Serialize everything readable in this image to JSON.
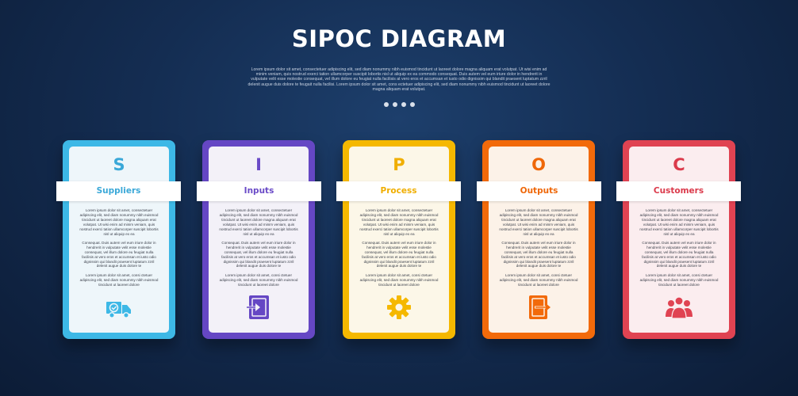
{
  "header": {
    "title": "SIPOC DIAGRAM",
    "subtitle": "Lorem ipsum dolor sit amet, consectetuer adipiscing elit, sed diam nonummy nibh euismod tincidunt ut laoreet dolore magna aliquam erat volutpat. Ut wisi enim ad minim veniam, quis nostrud exerci tation ullamcorper suscipit lobortis nisl ut aliquip ex ea commodo consequat. Duis autem vel eum iriure dolor in hendrerit in vulputate velit esse molestie consequat, vel illum dolore eu feugiat nulla facilisis at vero eros et accumsan et iusto odio dignissim qui blandit praesent luptatum zzril delenit augue duis dolore te feugait nulla facilisi. Lorem ipsum dolor sit amet, cons ectetuer adipiscing elit, sed diam nonummy nibh euismod tincidunt ut laoreet dolore magna aliquam erat volutpat."
  },
  "body_text": {
    "p1": "Lorem ipsum dolor sit amet, consectetuer adipiscing elit, sed diam nonummy nibh euismod tincidunt ut laoreet dolore magna aliquam erat volutpat. Ut wisi enim ad minim veniam, quis nostrud exerci tation ullamcorper suscipit lobortis nisl ut aliquip ex ea",
    "p2": "Consequat. Duis autem vel eum iriure dolor in hendrerit in vulputate velit esse molestie consequat, vel illum dolore eu feugiat nulla facilisis at vero eros et accumsan et iusto odio dignissim qui blandit praesent luptatum zzril delenit augue duis dolore te",
    "p3": "Lorem ipsum dolor sit amet, consi ctetuer adipiscing elit, sed diam nonummy nibh euismod tincidunt ut laoreet dolore"
  },
  "stages": [
    {
      "letter": "S",
      "label": "Suppliers",
      "icon": "delivery-truck-icon",
      "color": "#3db8e6",
      "bg": "#eef6fa",
      "text": "#3aa8d8"
    },
    {
      "letter": "I",
      "label": "Inputs",
      "icon": "login-arrow-icon",
      "color": "#6547c4",
      "bg": "#f3f1f8",
      "text": "#6a4ac7"
    },
    {
      "letter": "P",
      "label": "Process",
      "icon": "gear-icon",
      "color": "#f5b800",
      "bg": "#fcf7e8",
      "text": "#f0ae00"
    },
    {
      "letter": "O",
      "label": "Outputs",
      "icon": "logout-arrow-icon",
      "color": "#f26a0a",
      "bg": "#fcf2e8",
      "text": "#ef6708"
    },
    {
      "letter": "C",
      "label": "Customers",
      "icon": "group-users-icon",
      "color": "#e04352",
      "bg": "#fbedef",
      "text": "#db3a4b"
    }
  ]
}
